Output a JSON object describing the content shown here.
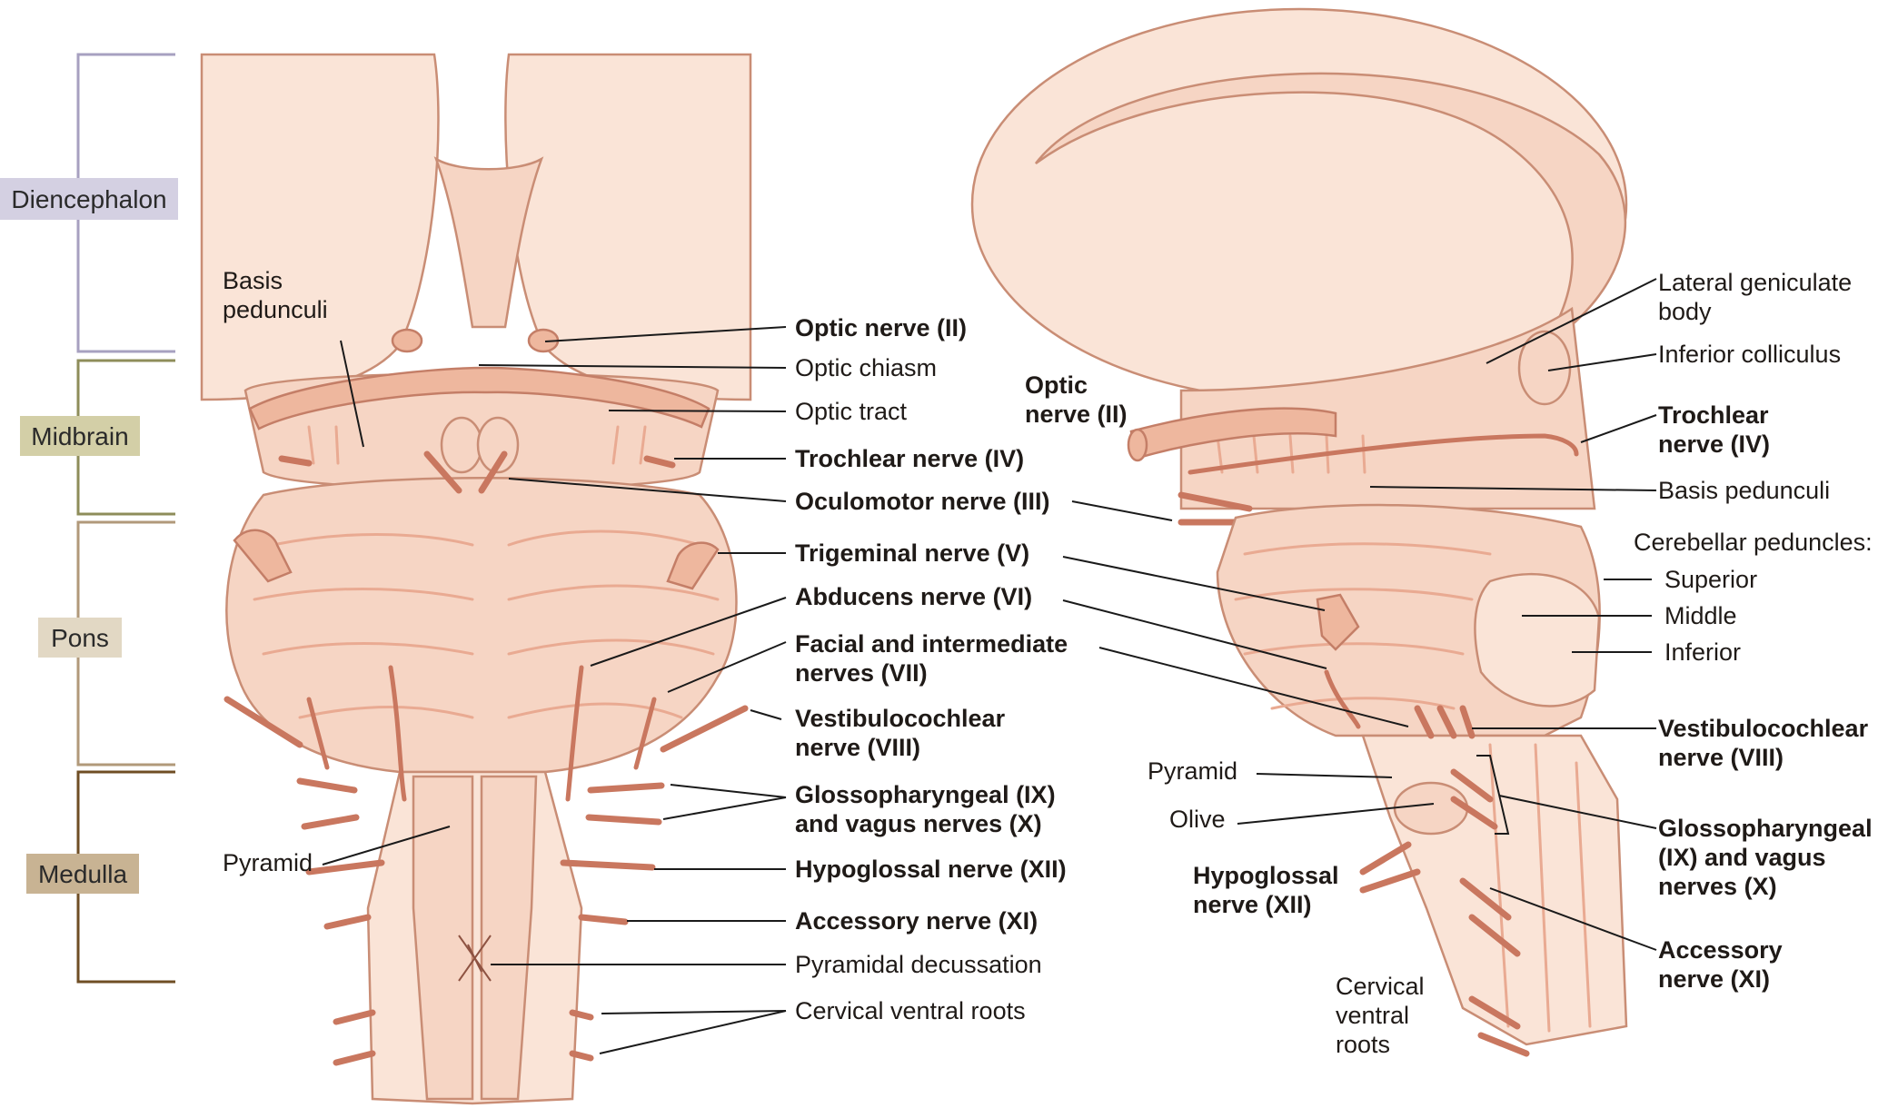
{
  "regions": {
    "diencephalon": "Diencephalon",
    "midbrain": "Midbrain",
    "pons": "Pons",
    "medulla": "Medulla"
  },
  "region_colors": {
    "diencephalon": "#d4d0e2",
    "midbrain": "#d3cfa7",
    "pons": "#e2d8c4",
    "medulla": "#c8b393",
    "diencephalon_bracket": "#a7a0c0",
    "midbrain_bracket": "#8e8d5a",
    "pons_bracket": "#b1997a",
    "medulla_bracket": "#6f4e24"
  },
  "tissue_colors": {
    "base": "#f6d5c4",
    "dark": "#eeb79e",
    "nerve": "#c9775f"
  },
  "ventral_view": {
    "basis_pedunculi": [
      "Basis",
      "pedunculi"
    ],
    "pyramid": "Pyramid",
    "optic_nerve": "Optic nerve (II)",
    "optic_chiasm": "Optic chiasm",
    "optic_tract": "Optic tract",
    "trochlear": "Trochlear nerve (IV)",
    "oculomotor": "Oculomotor nerve (III)",
    "trigeminal": "Trigeminal nerve (V)",
    "abducens": "Abducens nerve (VI)",
    "facial": [
      "Facial and intermediate",
      "nerves (VII)"
    ],
    "vestibulocochlear": [
      "Vestibulocochlear",
      "nerve (VIII)"
    ],
    "glossopharyngeal": [
      "Glossopharyngeal (IX)",
      "and vagus nerves (X)"
    ],
    "hypoglossal": "Hypoglossal nerve (XII)",
    "accessory": "Accessory nerve (XI)",
    "pyramidal_decussation": "Pyramidal decussation",
    "cervical_ventral_roots": "Cervical ventral roots"
  },
  "lateral_view": {
    "optic_nerve": [
      "Optic",
      "nerve (II)"
    ],
    "lateral_geniculate": [
      "Lateral geniculate",
      "body"
    ],
    "inferior_colliculus": "Inferior colliculus",
    "trochlear": [
      "Trochlear",
      "nerve (IV)"
    ],
    "basis_pedunculi": "Basis pedunculi",
    "cerebellar_peduncles": "Cerebellar peduncles:",
    "superior": "Superior",
    "middle": "Middle",
    "inferior": "Inferior",
    "vestibulocochlear": [
      "Vestibulocochlear",
      "nerve (VIII)"
    ],
    "pyramid": "Pyramid",
    "olive": "Olive",
    "hypoglossal": [
      "Hypoglossal",
      "nerve (XII)"
    ],
    "glossopharyngeal": [
      "Glossopharyngeal",
      "(IX) and vagus",
      "nerves (X)"
    ],
    "accessory": [
      "Accessory",
      "nerve (XI)"
    ],
    "cervical": [
      "Cervical",
      "ventral",
      "roots"
    ]
  }
}
